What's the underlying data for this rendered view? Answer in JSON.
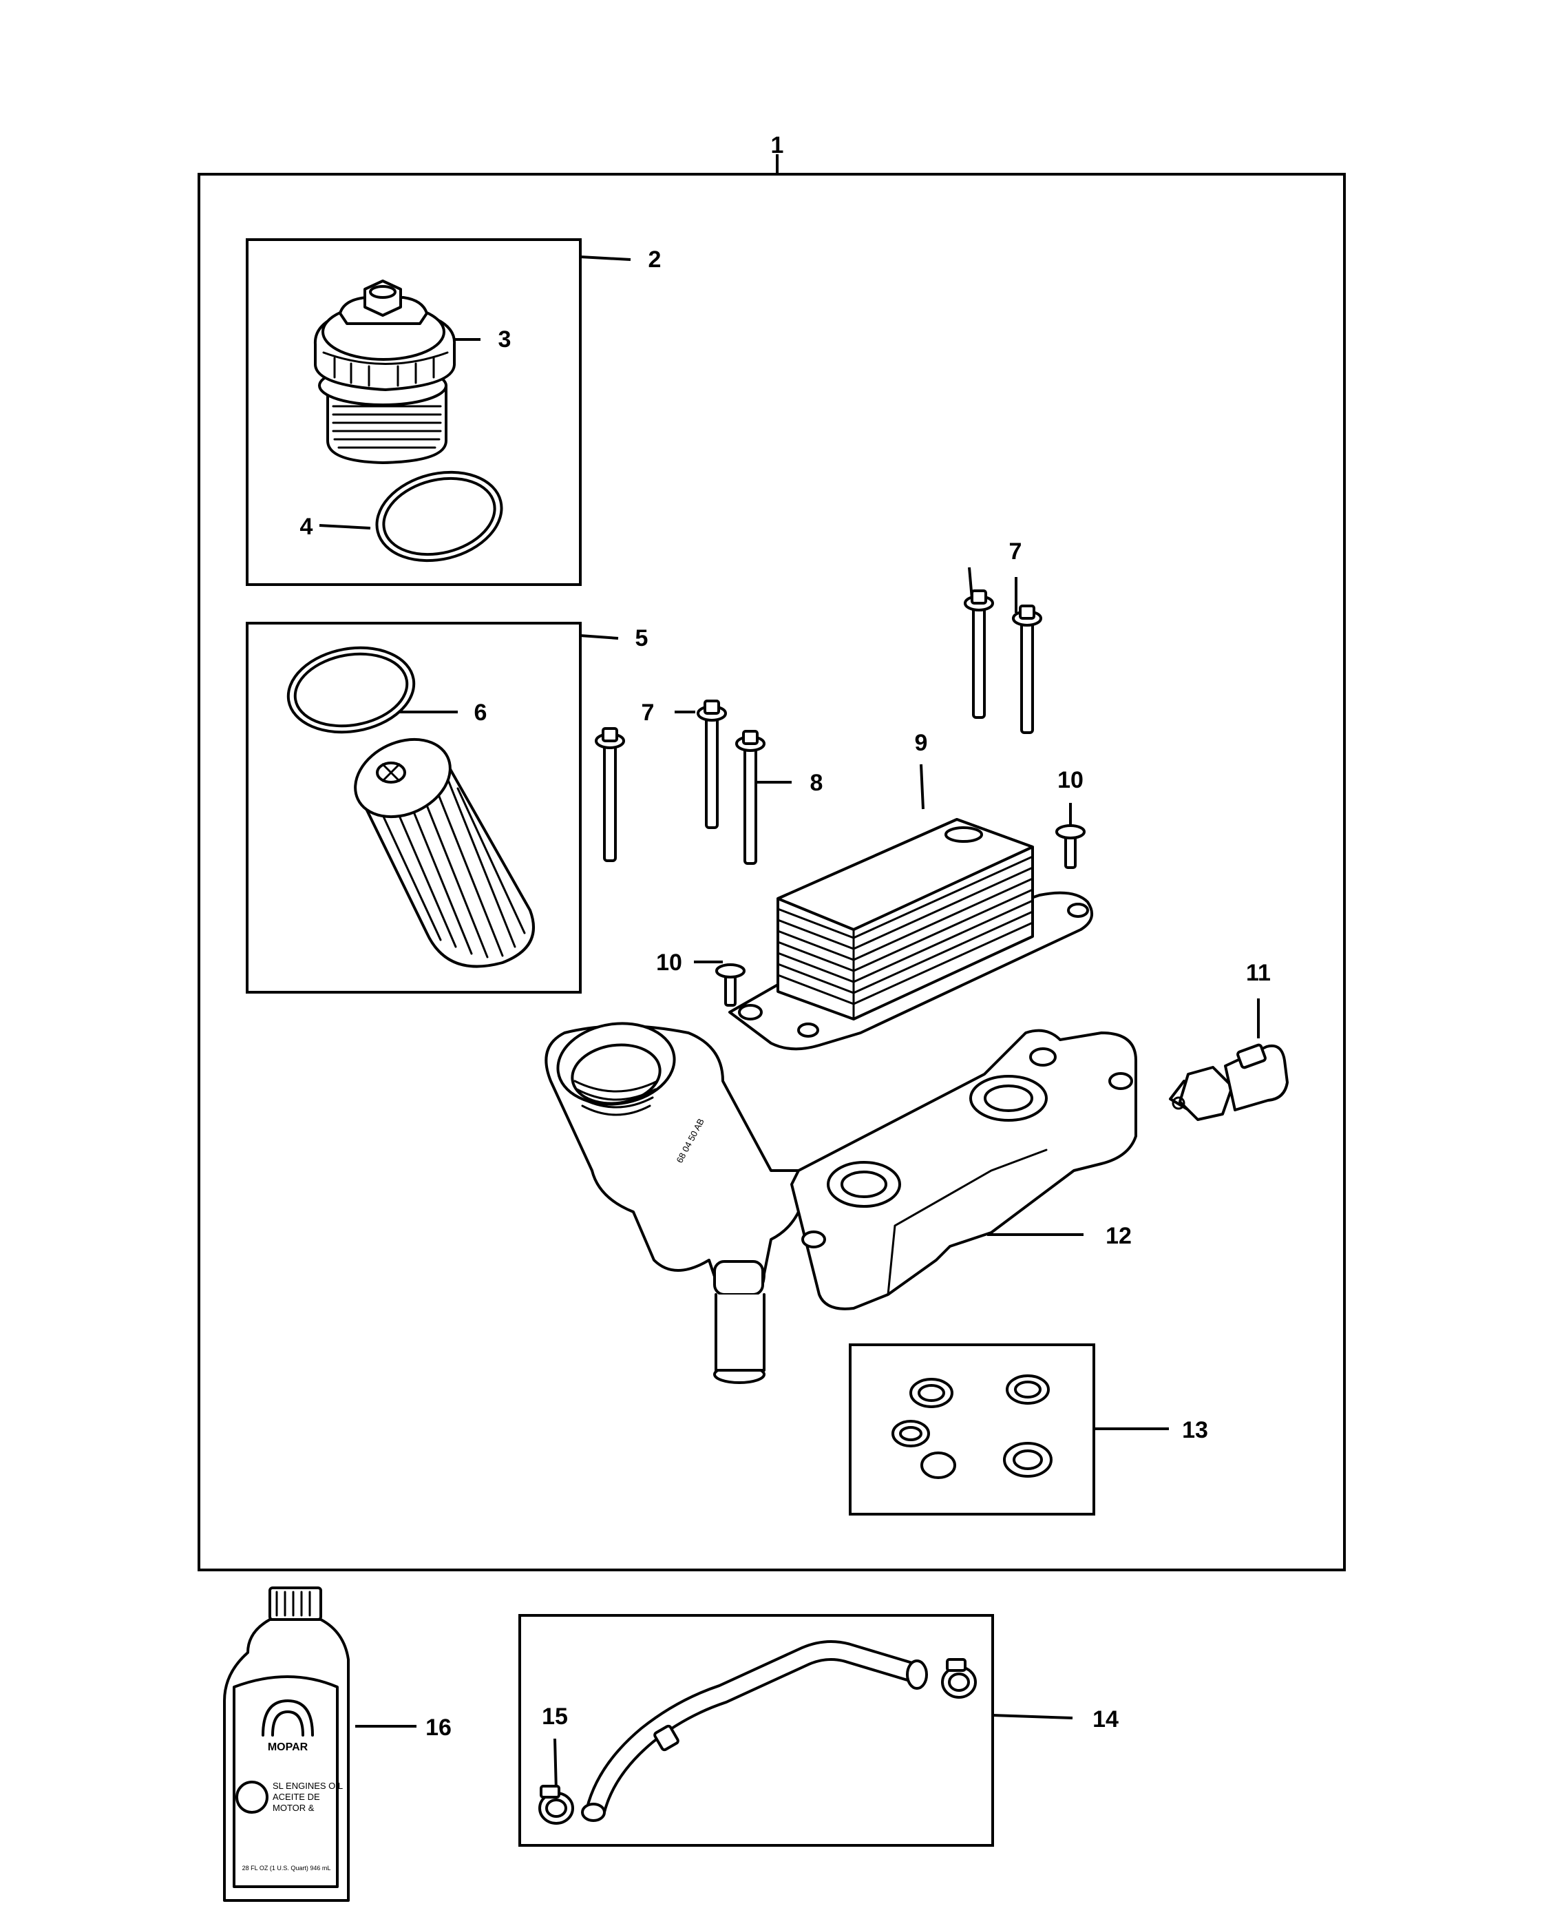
{
  "callouts": {
    "c1": "1",
    "c2": "2",
    "c3": "3",
    "c4": "4",
    "c5": "5",
    "c6": "6",
    "c7a": "7",
    "c7b": "7",
    "c8": "8",
    "c9": "9",
    "c10a": "10",
    "c10b": "10",
    "c11": "11",
    "c12": "12",
    "c13": "13",
    "c14": "14",
    "c15": "15",
    "c16": "16"
  },
  "bottle_label": {
    "brand": "MOPAR",
    "line1": "SL ENGINES OIL",
    "line2": "ACEITE DE",
    "line3": "MOTOR &",
    "volume": "28 FL OZ (1 U.S. Quart) 946 mL"
  },
  "cap_marking": "68 04 50 AB"
}
